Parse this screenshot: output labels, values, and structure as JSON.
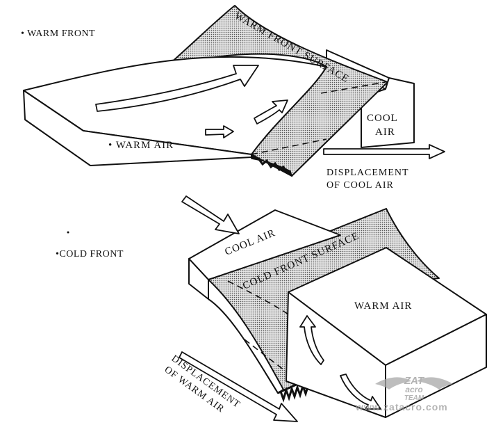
{
  "warm_front": {
    "heading": "• WARM FRONT",
    "surface_label": "WARM FRONT SURFACE",
    "warm_air": "• WARM AIR",
    "cool_air_line1": "COOL",
    "cool_air_line2": "AIR",
    "displacement_line1": "DISPLACEMENT",
    "displacement_line2": "OF COOL AIR"
  },
  "cold_front": {
    "heading": "•COLD FRONT",
    "cool_air": "COOL AIR",
    "surface_label": "COLD FRONT SURFACE",
    "warm_air": "WARM AIR",
    "displacement_line1": "DISPLACEMENT",
    "displacement_line2": "OF WARM AIR"
  },
  "watermark": {
    "logo_line1": "ZAT",
    "logo_line2": "acro",
    "logo_line3": "TEAM",
    "url": "www.zatacro.com"
  },
  "colors": {
    "line": "#111111",
    "shading": "#9a9a9a",
    "watermark": "#9a9a9a"
  }
}
